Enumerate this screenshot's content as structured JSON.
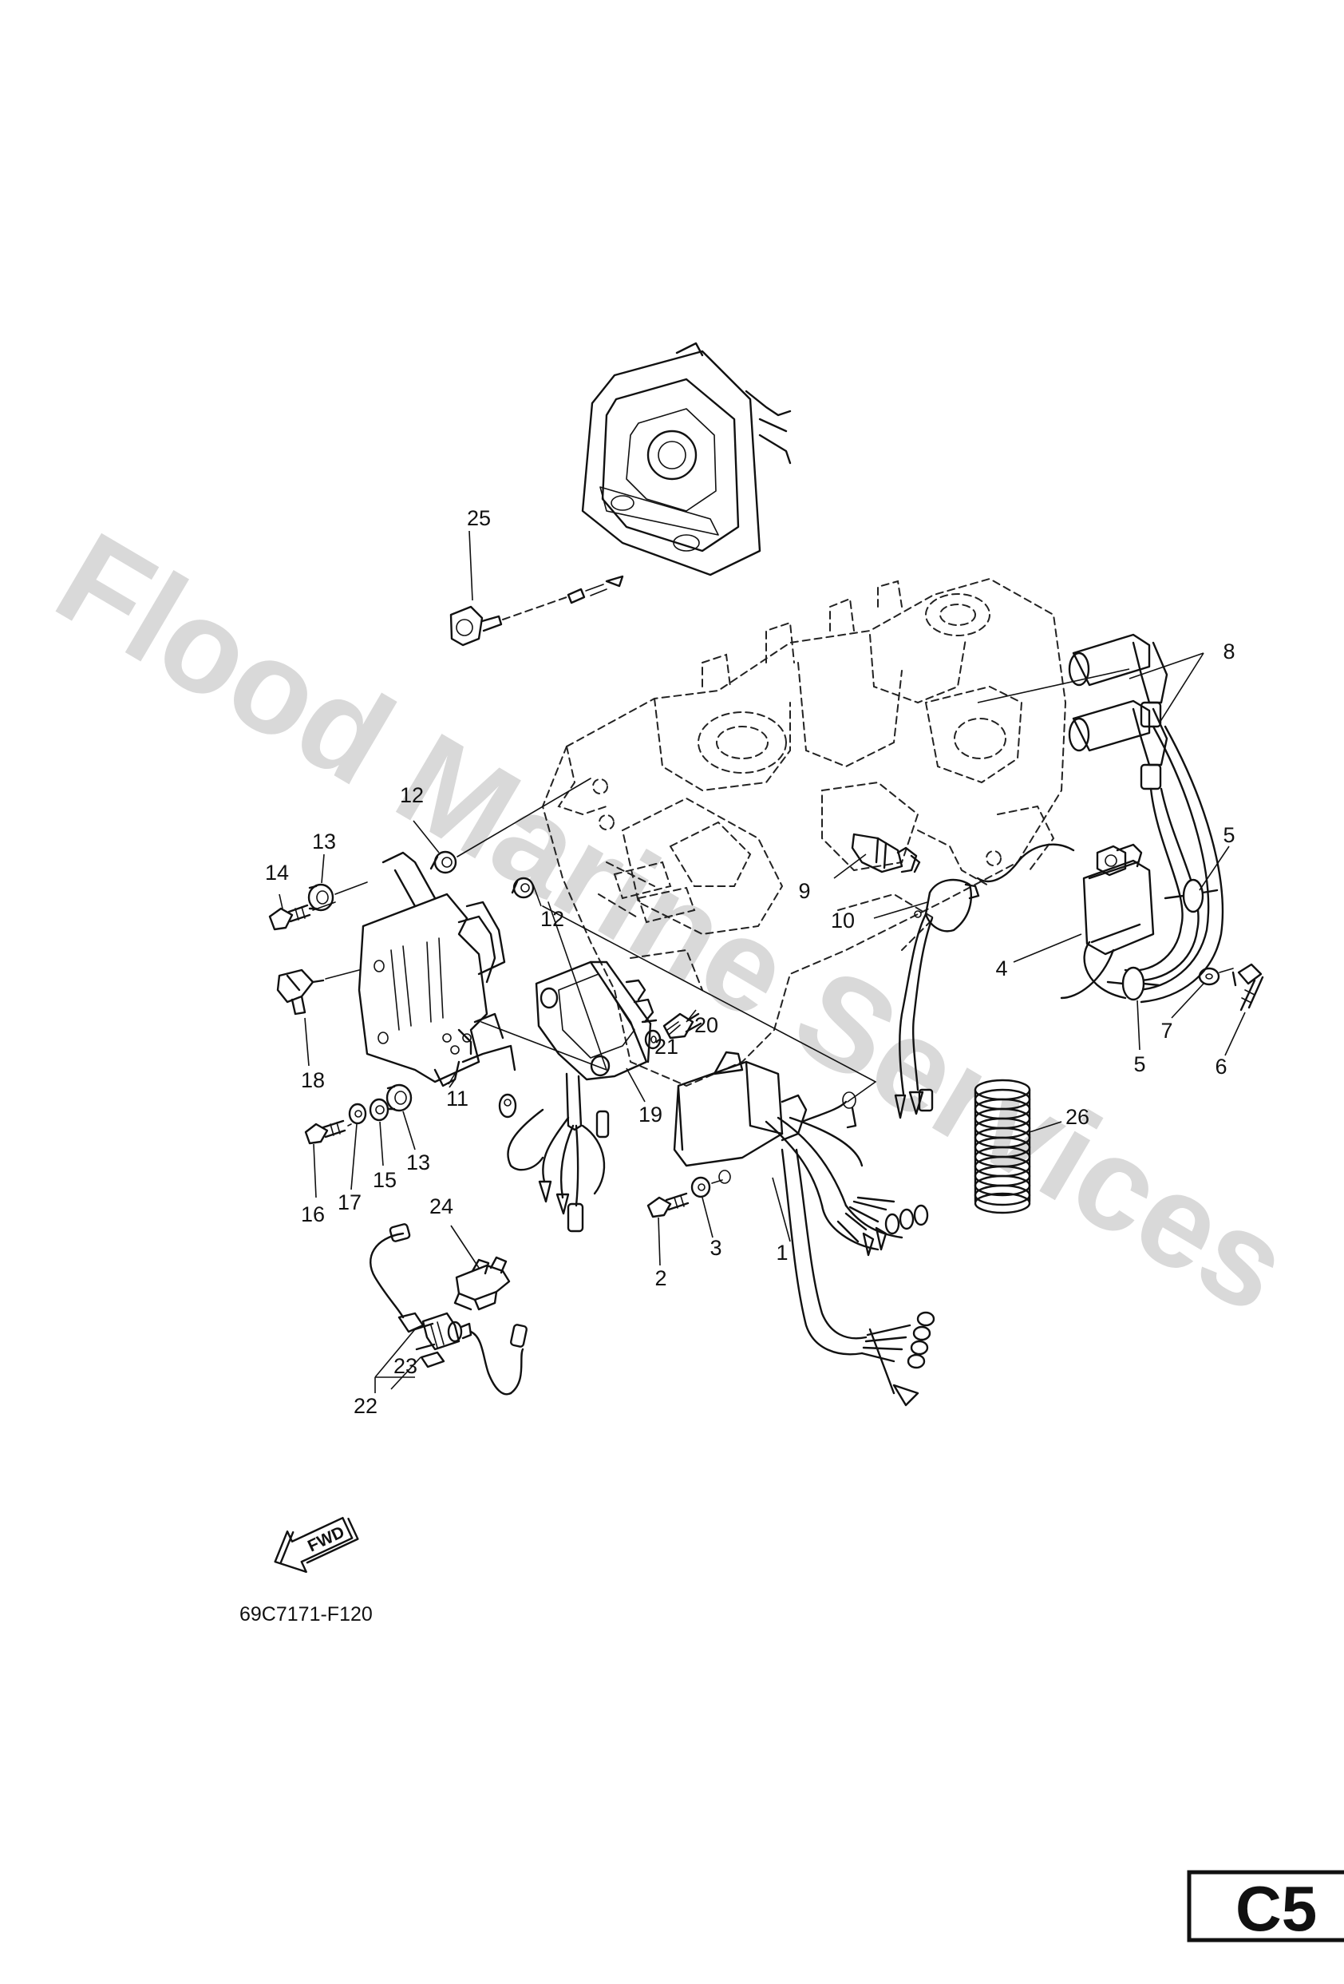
{
  "watermark": "Flood Marine Services",
  "drawing_code": "69C7171-F120",
  "section_badge": "C5",
  "fwd_label": "FWD",
  "callouts": {
    "c1": "1",
    "c2": "2",
    "c3": "3",
    "c4": "4",
    "c5a": "5",
    "c5b": "5",
    "c6": "6",
    "c7": "7",
    "c8": "8",
    "c9": "9",
    "c10": "10",
    "c11": "11",
    "c12a": "12",
    "c12b": "12",
    "c13a": "13",
    "c13b": "13",
    "c14": "14",
    "c15": "15",
    "c16": "16",
    "c17": "17",
    "c18": "18",
    "c19": "19",
    "c20": "20",
    "c21": "21",
    "c22": "22",
    "c23": "23",
    "c24": "24",
    "c25": "25",
    "c26": "26"
  }
}
